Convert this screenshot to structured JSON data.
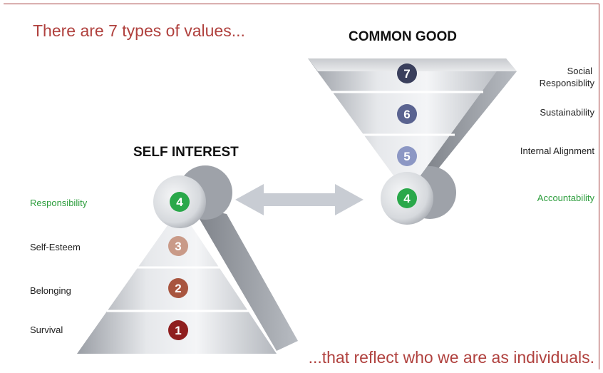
{
  "headline_top": "There are 7 types of values...",
  "headline_bottom": "...that reflect who we are as individuals.",
  "self_interest": {
    "title": "SELF INTEREST",
    "levels": [
      {
        "number": "4",
        "label": "Responsibility",
        "color": "#2aa84a"
      },
      {
        "number": "3",
        "label": "Self-Esteem",
        "color": "#c99a88"
      },
      {
        "number": "2",
        "label": "Belonging",
        "color": "#a8553f"
      },
      {
        "number": "1",
        "label": "Survival",
        "color": "#8f1e1e"
      }
    ]
  },
  "common_good": {
    "title": "COMMON GOOD",
    "levels": [
      {
        "number": "7",
        "label_lines": [
          "Social",
          "Responsiblity"
        ],
        "color": "#3a3f5c"
      },
      {
        "number": "6",
        "label": "Sustainability",
        "color": "#5a6390"
      },
      {
        "number": "5",
        "label": "Internal Alignment",
        "color": "#8c97c4"
      },
      {
        "number": "4",
        "label": "Accountability",
        "color": "#2aa84a"
      }
    ]
  },
  "colors": {
    "frame": "#a33b3b",
    "headline": "#b0413e",
    "green_label": "#2c9d3c",
    "arrow": "#c8ccd3"
  }
}
